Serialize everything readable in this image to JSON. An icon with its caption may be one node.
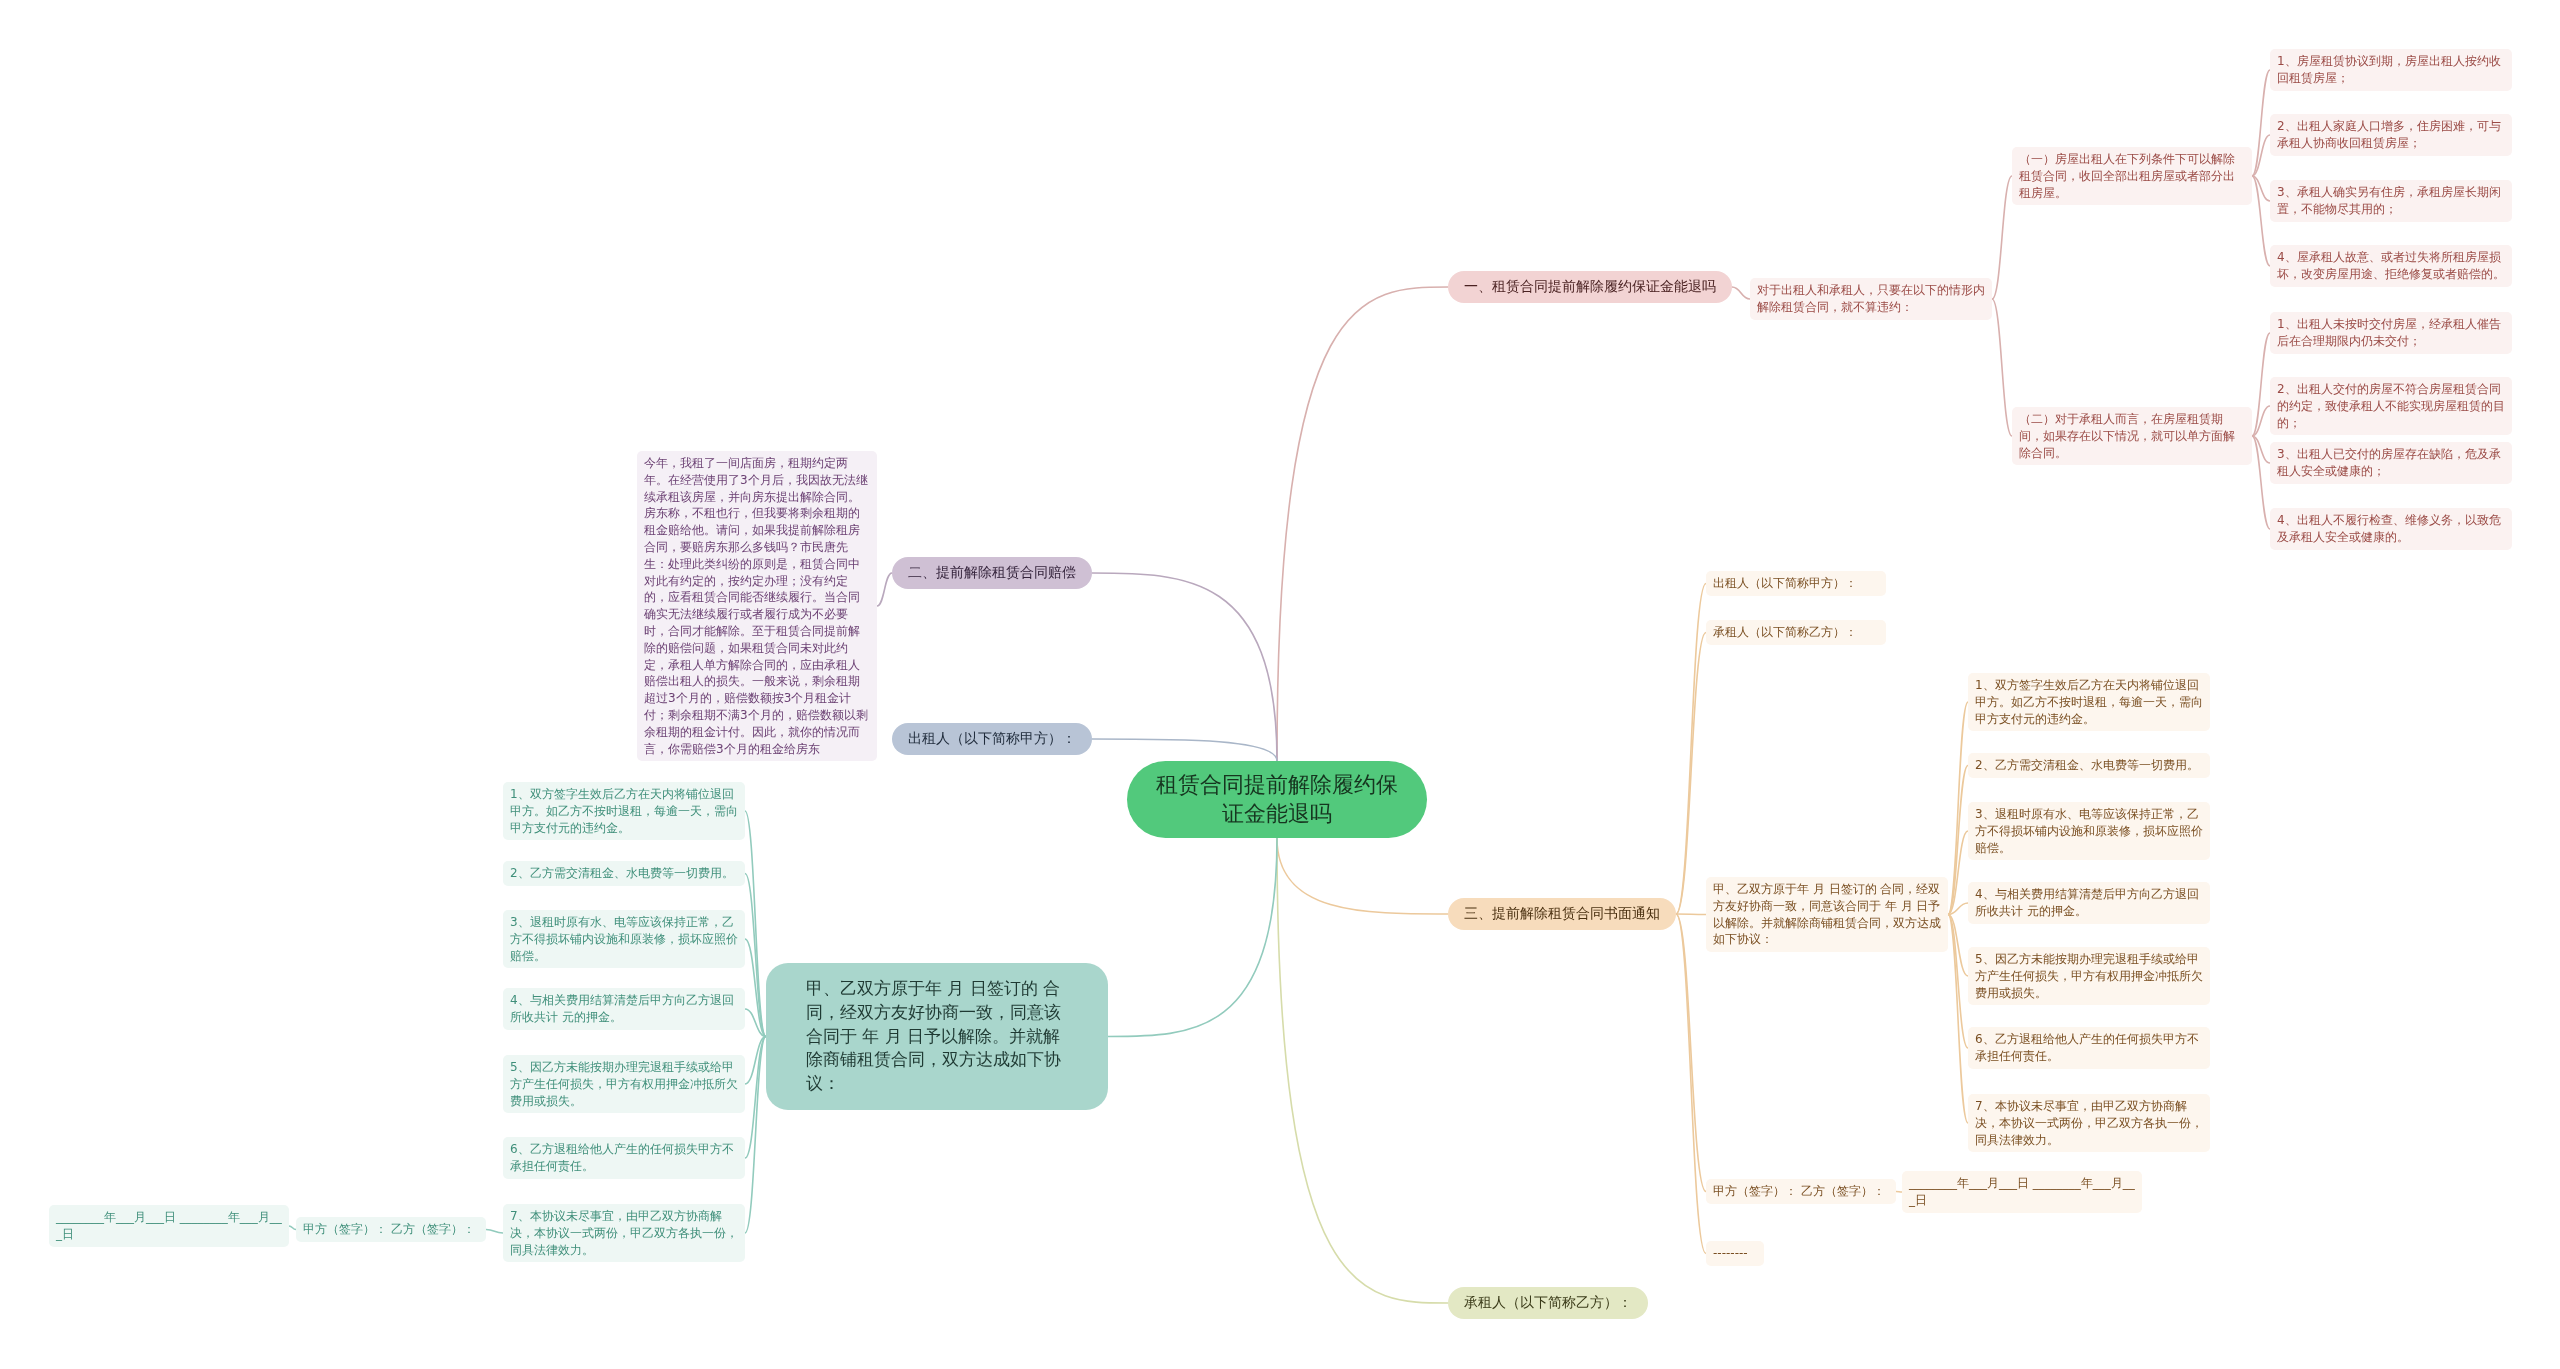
{
  "diagram": {
    "nodes": [
      {
        "text": [
          "租赁合同提前解除履约保证金能退吗"
        ]
      },
      {
        "text": [
          "一、租赁合同提前解除履约保证金能退吗"
        ]
      },
      {
        "text": [
          "对于出租人和承租人，只要在以下的情形内解除租赁合同，就不算违约："
        ]
      },
      {
        "text": [
          "（一）房屋出租人在下列条件下可以解除租赁合同，收回全部出租房屋或者部分出租房屋。"
        ]
      },
      {
        "text": [
          "1、房屋租赁协议到期，房屋出租人按约收回租赁房屋；"
        ]
      },
      {
        "text": [
          "2、出租人家庭人口增多，住房困难，可与承租人协商收回租赁房屋；"
        ]
      },
      {
        "text": [
          "3、承租人确实另有住房，承租房屋长期闲置，不能物尽其用的；"
        ]
      },
      {
        "text": [
          "4、屋承租人故意、或者过失将所租房屋损坏，改变房屋用途、拒绝修复或者赔偿的。"
        ]
      },
      {
        "text": [
          "（二）对于承租人而言，在房屋租赁期间，如果存在以下情况，就可以单方面解除合同。"
        ]
      },
      {
        "text": [
          "1、出租人未按时交付房屋，经承租人催告后在合理期限内仍未交付；"
        ]
      },
      {
        "text": [
          "2、出租人交付的房屋不符合房屋租赁合同的约定，致使承租人不能实现房屋租赁的目的；"
        ]
      },
      {
        "text": [
          "3、出租人已交付的房屋存在缺陷，危及承租人安全或健康的；"
        ]
      },
      {
        "text": [
          "4、出租人不履行检查、维修义务，以致危及承租人安全或健康的。"
        ]
      },
      {
        "text": [
          "三、提前解除租赁合同书面通知"
        ]
      },
      {
        "text": [
          "出租人（以下简称甲方）："
        ]
      },
      {
        "text": [
          "承租人（以下简称乙方）："
        ]
      },
      {
        "text": [
          "甲、乙双方原于年 月 日签订的 合同，经双方友好协商一致，同意该合同于 年 月 日予以解除。并就解除商铺租赁合同，双方达成如下协议："
        ]
      },
      {
        "text": [
          "1、双方签字生效后乙方在天内将铺位退回甲方。如乙方不按时退租，每逾一天，需向甲方支付元的违约金。"
        ]
      },
      {
        "text": [
          "2、乙方需交清租金、水电费等一切费用。"
        ]
      },
      {
        "text": [
          "3、退租时原有水、电等应该保持正常，乙方不得损坏铺内设施和原装修，损坏应照价赔偿。"
        ]
      },
      {
        "text": [
          "4、与相关费用结算清楚后甲方向乙方退回所收共计 元的押金。"
        ]
      },
      {
        "text": [
          "5、因乙方未能按期办理完退租手续或给甲方产生任何损失，甲方有权用押金冲抵所欠费用或损失。"
        ]
      },
      {
        "text": [
          "6、乙方退租给他人产生的任何损失甲方不承担任何责任。"
        ]
      },
      {
        "text": [
          "7、本协议未尽事宜，由甲乙双方协商解决，本协议一式两份，甲乙双方各执一份，同具法律效力。"
        ]
      },
      {
        "text": [
          "甲方（签字）： 乙方（签字）："
        ]
      },
      {
        "text": [
          "________年___月___日 ________年___月___日"
        ]
      },
      {
        "text": [
          "--------"
        ]
      },
      {
        "text": [
          "承租人（以下简称乙方）："
        ]
      },
      {
        "text": [
          "二、提前解除租赁合同赔偿"
        ]
      },
      {
        "text": [
          "今年，我租了一间店面房，租期约定两年。在经营使用了3个月后，我因故无法继续承租该房屋，并向房东提出解除合同。房东称，不租也行，但我要将剩余租期的租金赔给他。请问，如果我提前解除租房合同，要赔房东那么多钱吗？市民唐先生：处理此类纠纷的原则是，租赁合同中对此有约定的，按约定办理；没有约定的，应看租赁合同能否继续履行。当合同确实无法继续履行或者履行成为不必要时，合同才能解除。至于租赁合同提前解除的赔偿问题，如果租赁合同未对此约定，承租人单方解除合同的，应由承租人赔偿出租人的损失。一般来说，剩余租期超过3个月的，赔偿数额按3个月租金计付；剩余租期不满3个月的，赔偿数额以剩余租期的租金计付。因此，就你的情况而言，你需赔偿3个月的租金给房东"
        ]
      },
      {
        "text": [
          "出租人（以下简称甲方）："
        ]
      },
      {
        "text": [
          "甲、乙双方原于年 月 日签订的 合同，经双方友好协商一致，同意该合同于 年 月 日予以解除。并就解除商铺租赁合同，双方达成如下协议："
        ]
      },
      {
        "text": [
          "1、双方签字生效后乙方在天内将铺位退回甲方。如乙方不按时退租，每逾一天，需向甲方支付元的违约金。"
        ]
      },
      {
        "text": [
          "2、乙方需交清租金、水电费等一切费用。"
        ]
      },
      {
        "text": [
          "3、退租时原有水、电等应该保持正常，乙方不得损坏铺内设施和原装修，损坏应照价赔偿。"
        ]
      },
      {
        "text": [
          "4、与相关费用结算清楚后甲方向乙方退回所收共计 元的押金。"
        ]
      },
      {
        "text": [
          "5、因乙方未能按期办理完退租手续或给甲方产生任何损失，甲方有权用押金冲抵所欠费用或损失。"
        ]
      },
      {
        "text": [
          "6、乙方退租给他人产生的任何损失甲方不承担任何责任。"
        ]
      },
      {
        "text": [
          "7、本协议未尽事宜，由甲乙双方协商解决，本协议一式两份，甲乙双方各执一份，同具法律效力。"
        ]
      },
      {
        "text": [
          "甲方（签字）： 乙方（签字）："
        ]
      },
      {
        "text": [
          "________年___月___日 ________年___月___日"
        ]
      }
    ],
    "edges": [
      {
        "from": 0,
        "to": 1,
        "arrow": "none",
        "color": "#d8b0ae"
      },
      {
        "from": 1,
        "to": 2,
        "arrow": "none",
        "color": "#d8b0ae"
      },
      {
        "from": 2,
        "to": 3,
        "arrow": "none",
        "color": "#d8b0ae"
      },
      {
        "from": 3,
        "to": 4,
        "arrow": "none",
        "color": "#d8b0ae"
      },
      {
        "from": 3,
        "to": 5,
        "arrow": "none",
        "color": "#d8b0ae"
      },
      {
        "from": 3,
        "to": 6,
        "arrow": "none",
        "color": "#d8b0ae"
      },
      {
        "from": 3,
        "to": 7,
        "arrow": "none",
        "color": "#d8b0ae"
      },
      {
        "from": 2,
        "to": 8,
        "arrow": "none",
        "color": "#d8b0ae"
      },
      {
        "from": 8,
        "to": 9,
        "arrow": "none",
        "color": "#d8b0ae"
      },
      {
        "from": 8,
        "to": 10,
        "arrow": "none",
        "color": "#d8b0ae"
      },
      {
        "from": 8,
        "to": 11,
        "arrow": "none",
        "color": "#d8b0ae"
      },
      {
        "from": 8,
        "to": 12,
        "arrow": "none",
        "color": "#d8b0ae"
      },
      {
        "from": 0,
        "to": 13,
        "arrow": "none",
        "color": "#ecc99c"
      },
      {
        "from": 13,
        "to": 14,
        "arrow": "none",
        "color": "#ecc99c"
      },
      {
        "from": 13,
        "to": 15,
        "arrow": "none",
        "color": "#ecc99c"
      },
      {
        "from": 13,
        "to": 16,
        "arrow": "none",
        "color": "#ecc99c"
      },
      {
        "from": 16,
        "to": 17,
        "arrow": "none",
        "color": "#ecc99c"
      },
      {
        "from": 16,
        "to": 18,
        "arrow": "none",
        "color": "#ecc99c"
      },
      {
        "from": 16,
        "to": 19,
        "arrow": "none",
        "color": "#ecc99c"
      },
      {
        "from": 16,
        "to": 20,
        "arrow": "none",
        "color": "#ecc99c"
      },
      {
        "from": 16,
        "to": 21,
        "arrow": "none",
        "color": "#ecc99c"
      },
      {
        "from": 16,
        "to": 22,
        "arrow": "none",
        "color": "#ecc99c"
      },
      {
        "from": 16,
        "to": 23,
        "arrow": "none",
        "color": "#ecc99c"
      },
      {
        "from": 13,
        "to": 24,
        "arrow": "none",
        "color": "#ecc99c"
      },
      {
        "from": 24,
        "to": 25,
        "arrow": "none",
        "color": "#ecc99c"
      },
      {
        "from": 13,
        "to": 26,
        "arrow": "none",
        "color": "#ecc99c"
      },
      {
        "from": 0,
        "to": 27,
        "arrow": "none",
        "color": "#d6dcaa"
      },
      {
        "from": 0,
        "to": 28,
        "arrow": "none",
        "color": "#b9a8bd"
      },
      {
        "from": 28,
        "to": 29,
        "arrow": "none",
        "color": "#b9a8bd"
      },
      {
        "from": 0,
        "to": 30,
        "arrow": "none",
        "color": "#a9b6c8"
      },
      {
        "from": 0,
        "to": 31,
        "arrow": "none",
        "color": "#92cbbd"
      },
      {
        "from": 31,
        "to": 32,
        "arrow": "none",
        "color": "#92cbbd"
      },
      {
        "from": 31,
        "to": 33,
        "arrow": "none",
        "color": "#92cbbd"
      },
      {
        "from": 31,
        "to": 34,
        "arrow": "none",
        "color": "#92cbbd"
      },
      {
        "from": 31,
        "to": 35,
        "arrow": "none",
        "color": "#92cbbd"
      },
      {
        "from": 31,
        "to": 36,
        "arrow": "none",
        "color": "#92cbbd"
      },
      {
        "from": 31,
        "to": 37,
        "arrow": "none",
        "color": "#92cbbd"
      },
      {
        "from": 31,
        "to": 38,
        "arrow": "none",
        "color": "#92cbbd"
      },
      {
        "from": 38,
        "to": 39,
        "arrow": "none",
        "color": "#92cbbd"
      },
      {
        "from": 39,
        "to": 40,
        "arrow": "none",
        "color": "#92cbbd"
      }
    ]
  }
}
